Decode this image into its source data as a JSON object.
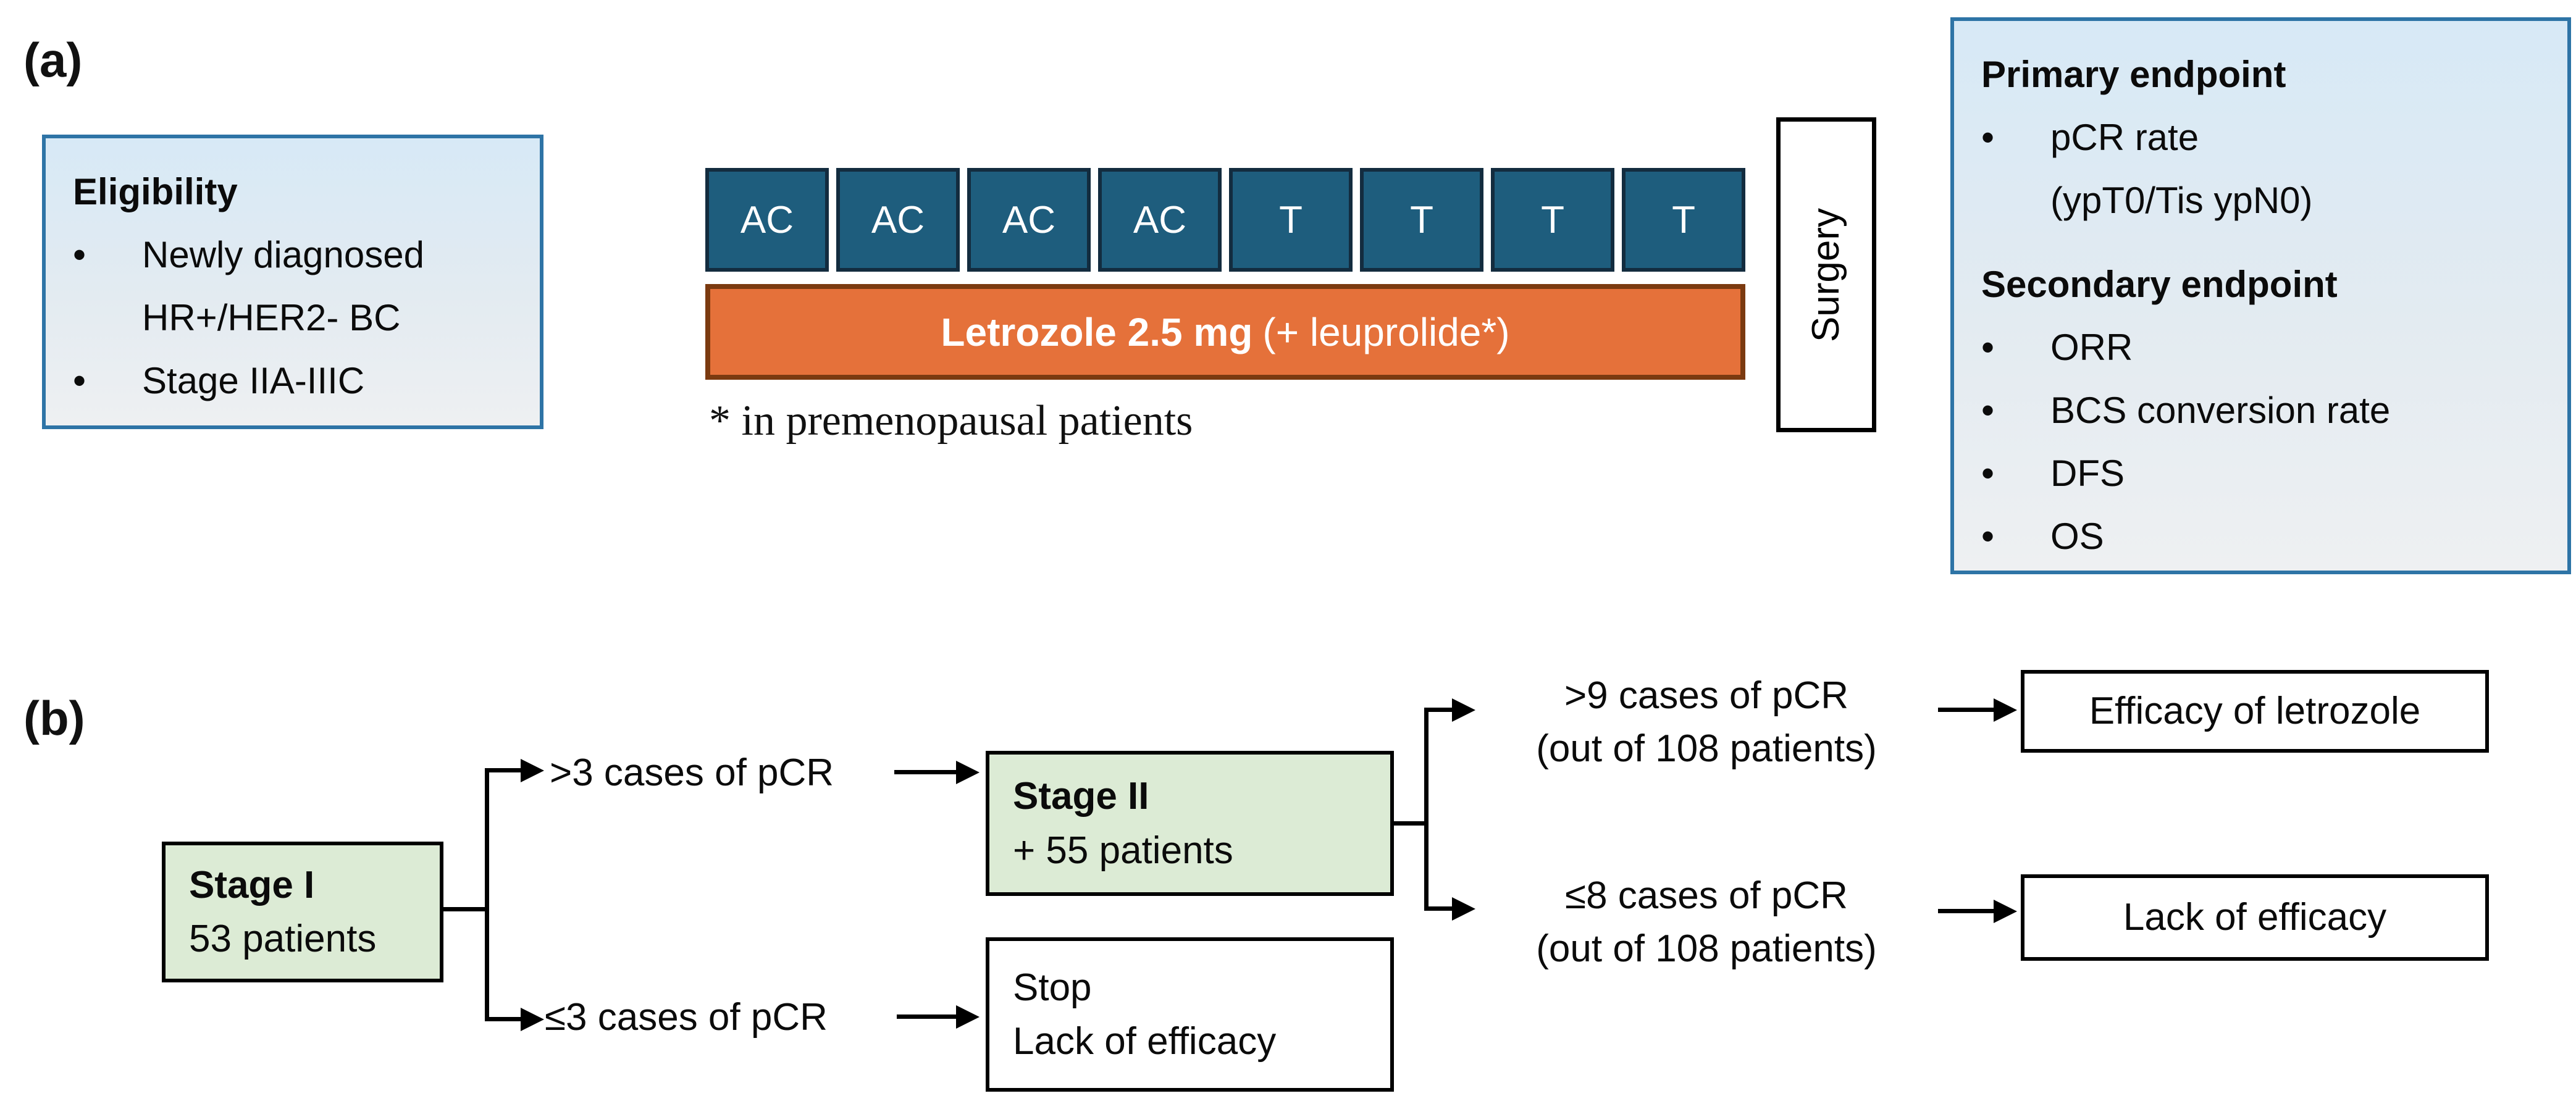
{
  "panel_a": {
    "label": "(a)",
    "eligibility": {
      "title": "Eligibility",
      "items": [
        "Newly diagnosed\nHR+/HER2- BC",
        "Stage IIA-IIIC"
      ]
    },
    "chemo": {
      "blocks": [
        "AC",
        "AC",
        "AC",
        "AC",
        "T",
        "T",
        "T",
        "T"
      ]
    },
    "letrozole": {
      "label_bold": "Letrozole 2.5 mg",
      "label_regular": "(+ leuprolide*)"
    },
    "footnote": "* in premenopausal patients",
    "surgery": {
      "label": "Surgery"
    },
    "endpoints": {
      "primary_title": "Primary endpoint",
      "primary_items": [
        "pCR rate\n(ypT0/Tis ypN0)"
      ],
      "secondary_title": "Secondary endpoint",
      "secondary_items": [
        "ORR",
        "BCS conversion rate",
        "DFS",
        "OS"
      ]
    },
    "colors": {
      "chemo_block_fill": "#1E5D7D",
      "chemo_block_border": "#132C3F",
      "letrozole_fill": "#E5713A",
      "letrozole_border": "#7B3A10",
      "info_box_border": "#2E74A6",
      "info_box_top": "#D7E9F6"
    }
  },
  "panel_b": {
    "label": "(b)",
    "stage1": {
      "title": "Stage I",
      "subtitle": "53 patients"
    },
    "branch1_upper": ">3 cases of pCR",
    "branch1_lower": "≤3 cases of pCR",
    "stage2": {
      "title": "Stage II",
      "subtitle": "+ 55 patients"
    },
    "stop": {
      "line1": "Stop",
      "line2": "Lack of efficacy"
    },
    "branch2_upper": ">9 cases of pCR\n(out of 108 patients)",
    "branch2_lower": "≤8 cases of pCR\n(out of 108 patients)",
    "outcome_upper": "Efficacy of letrozole",
    "outcome_lower": "Lack of efficacy",
    "colors": {
      "stage_box_fill": "#DCEBD5"
    }
  }
}
